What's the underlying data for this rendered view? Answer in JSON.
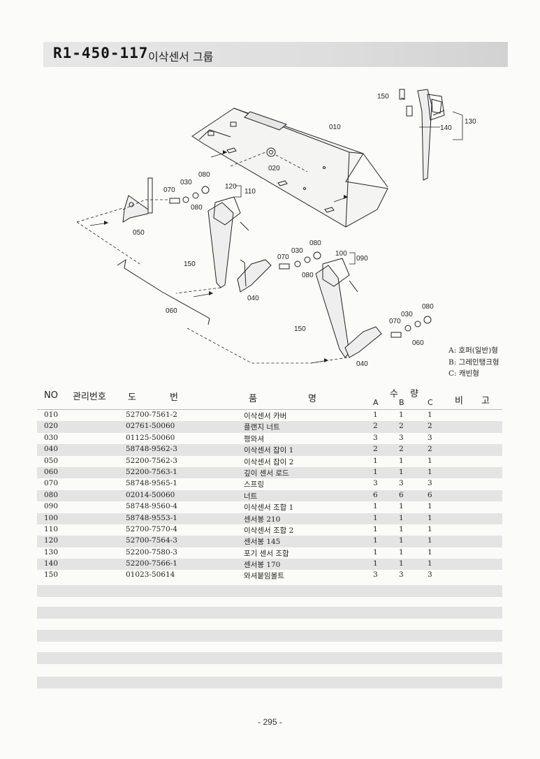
{
  "header": {
    "code": "R1-450-117",
    "title": "이삭센서 그룹"
  },
  "callouts": {
    "c010": "010",
    "c020": "020",
    "c030a": "030",
    "c030b": "030",
    "c030c": "030",
    "c040a": "040",
    "c040b": "040",
    "c050": "050",
    "c060a": "060",
    "c060b": "060",
    "c070a": "070",
    "c070b": "070",
    "c070c": "070",
    "c080a": "080",
    "c080b": "080",
    "c080c": "080",
    "c080d": "080",
    "c080e": "080",
    "c090": "090",
    "c100": "100",
    "c110": "110",
    "c120": "120",
    "c130": "130",
    "c140": "140",
    "c150a": "150",
    "c150b": "150",
    "c150c": "150"
  },
  "legend": [
    "A: 호퍼(일반)형",
    "B: 그레인탱크형",
    "C: 캐빈형"
  ],
  "table": {
    "headers": {
      "no": "NO",
      "mgmt": "관리번호",
      "do": "도",
      "bun": "번",
      "pum": "품",
      "myeong": "명",
      "su": "수",
      "ryang": "량",
      "a": "A",
      "b": "B",
      "c": "C",
      "bi": "비",
      "go": "고"
    },
    "rows": [
      {
        "no": "010",
        "part": "52700-7561-2",
        "name": "이삭센서 카버",
        "a": "1",
        "b": "1",
        "c": "1"
      },
      {
        "no": "020",
        "part": "02761-50060",
        "name": "플랜지 너트",
        "a": "2",
        "b": "2",
        "c": "2"
      },
      {
        "no": "030",
        "part": "01125-50060",
        "name": "평와셔",
        "a": "3",
        "b": "3",
        "c": "3"
      },
      {
        "no": "040",
        "part": "58748-9562-3",
        "name": "이삭센서 잡이 1",
        "a": "2",
        "b": "2",
        "c": "2"
      },
      {
        "no": "050",
        "part": "52200-7562-3",
        "name": "이삭센서 잡이 2",
        "a": "1",
        "b": "1",
        "c": "1"
      },
      {
        "no": "060",
        "part": "52200-7563-1",
        "name": "깊이 센서 로드",
        "a": "1",
        "b": "1",
        "c": "1"
      },
      {
        "no": "070",
        "part": "58748-9565-1",
        "name": "스프링",
        "a": "3",
        "b": "3",
        "c": "3"
      },
      {
        "no": "080",
        "part": "02014-50060",
        "name": "너트",
        "a": "6",
        "b": "6",
        "c": "6"
      },
      {
        "no": "090",
        "part": "58748-9560-4",
        "name": "이삭센서 조합 1",
        "a": "1",
        "b": "1",
        "c": "1"
      },
      {
        "no": "100",
        "part": "58748-9553-1",
        "name": "센서봉 210",
        "a": "1",
        "b": "1",
        "c": "1"
      },
      {
        "no": "110",
        "part": "52700-7570-4",
        "name": "이삭센서 조합 2",
        "a": "1",
        "b": "1",
        "c": "1"
      },
      {
        "no": "120",
        "part": "52700-7564-3",
        "name": "센서봉 145",
        "a": "1",
        "b": "1",
        "c": "1"
      },
      {
        "no": "130",
        "part": "52200-7580-3",
        "name": "포기 센서 조합",
        "a": "1",
        "b": "1",
        "c": "1"
      },
      {
        "no": "140",
        "part": "52200-7566-1",
        "name": "센서봉 170",
        "a": "1",
        "b": "1",
        "c": "1"
      },
      {
        "no": "150",
        "part": "01023-50614",
        "name": "와셔붙임볼트",
        "a": "3",
        "b": "3",
        "c": "3"
      }
    ]
  },
  "page_number": "- 295 -"
}
